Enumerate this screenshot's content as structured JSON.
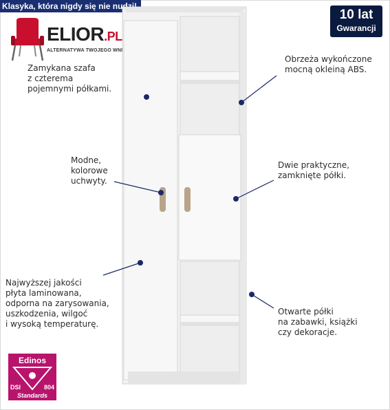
{
  "banner": {
    "text": "Klasyka, która nigdy się nie nudzi!"
  },
  "logo": {
    "brand": "ELIOR",
    "domain": ".PL",
    "tagline": "ALTERNATYWA TWOJEGO WNĘTRZA"
  },
  "warranty": {
    "line1": "10 lat",
    "line2": "Gwarancji"
  },
  "annotations": {
    "closed_wardrobe": "Zamykana szafa\nz czterema\npojemnymi półkami.",
    "edges": "Obrzeża wykończone\nmocną okleiną ABS.",
    "handles": "Modne,\nkolorowe\nuchwyty.",
    "closed_shelves": "Dwie praktyczne,\nzamknięte półki.",
    "laminate": "Najwyższej jakości\npłyta laminowana,\nodporna na zarysowania,\nuszkodzenia, wilgoć\ni wysoką temperaturę.",
    "open_shelves": "Otwarte półki\nna zabawki, książki\nczy dekoracje."
  },
  "certification": {
    "brand": "Edinos",
    "code": "DSI",
    "number": "804",
    "standard": "Standards"
  },
  "colors": {
    "banner": "#1a2f72",
    "warranty": "#0b1a3f",
    "cert": "#b8146c",
    "dot": "#1a2a66",
    "handle": "#b9a48a",
    "accent": "#c8102e"
  }
}
